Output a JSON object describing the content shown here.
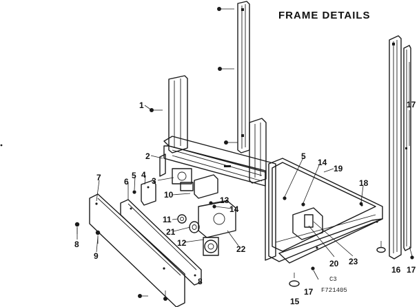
{
  "title": "FRAME DETAILS",
  "code_line1": "C3",
  "code_line2": "F721405",
  "callouts": [
    "1",
    "2",
    "3",
    "4",
    "5",
    "5",
    "6",
    "7",
    "8",
    "8",
    "9",
    "10",
    "11",
    "12",
    "13",
    "14",
    "14",
    "15",
    "16",
    "17",
    "17",
    "17",
    "18",
    "19",
    "20",
    "21",
    "22",
    "23"
  ]
}
